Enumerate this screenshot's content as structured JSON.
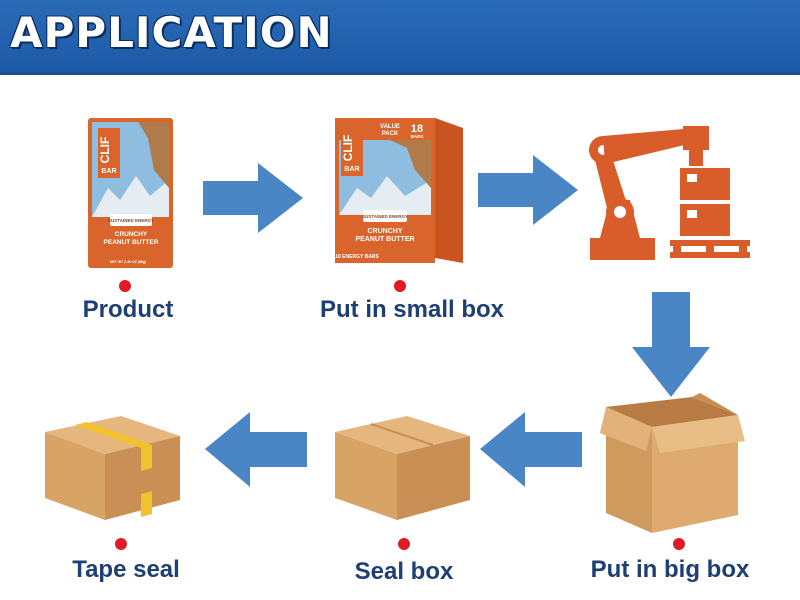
{
  "header": {
    "title": "APPLICATION"
  },
  "product": {
    "brand": "CLIF",
    "sub_brand": "BAR",
    "badge": "SUSTAINED ENERGY",
    "flavor_1": "CRUNCHY",
    "flavor_2": "PEANUT BUTTER",
    "weight": "NET WT 2.40 OZ (68g)"
  },
  "small_box": {
    "brand": "CLIF",
    "sub_brand": "BAR",
    "value_1": "VALUE",
    "value_2": "PACK",
    "count": "18",
    "count_unit": "BARS",
    "badge": "SUSTAINED ENERGY",
    "flavor_1": "CRUNCHY",
    "flavor_2": "PEANUT BUTTER",
    "bottom": "18 ENERGY BARS"
  },
  "steps": [
    {
      "label": "Product"
    },
    {
      "label": "Put in small box"
    },
    {
      "label": "Put in big box"
    },
    {
      "label": "Seal box"
    },
    {
      "label": "Tape seal"
    }
  ],
  "colors": {
    "header": "#1c5aa6",
    "arrow": "#4a86c5",
    "robot": "#d95d2a",
    "cardboard": "#d9a468",
    "tape": "#f2c12e",
    "dot": "#e21b23",
    "label": "#1e3f73"
  }
}
